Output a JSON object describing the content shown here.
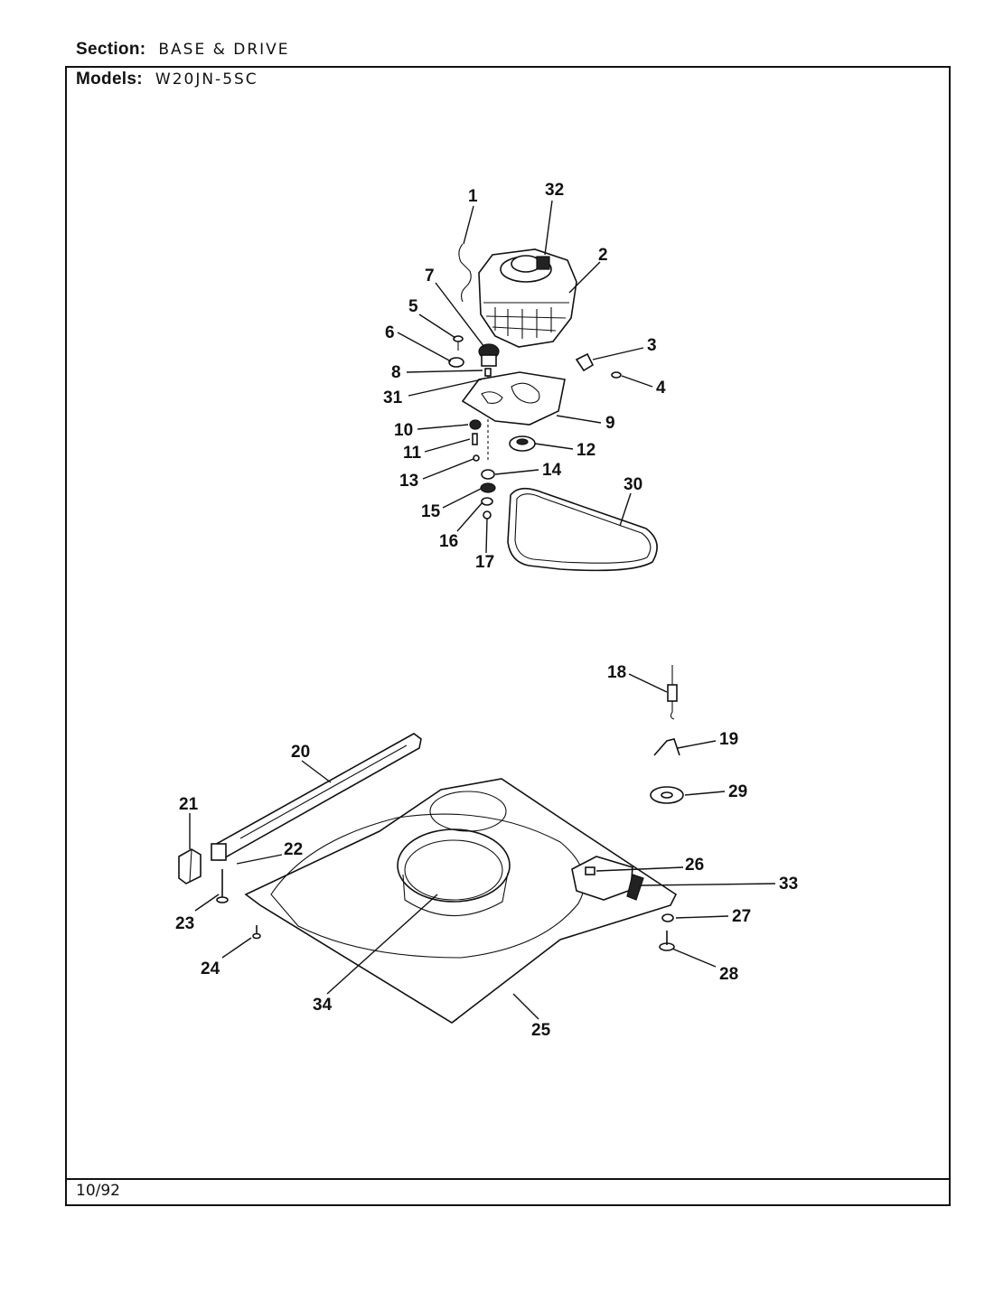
{
  "header": {
    "section_label": "Section:",
    "section_value": "BASE & DRIVE",
    "models_label": "Models:",
    "models_value": "W20JN-5SC"
  },
  "footer": {
    "date": "10/92"
  },
  "callouts": {
    "c1": "1",
    "c2": "2",
    "c3": "3",
    "c4": "4",
    "c5": "5",
    "c6": "6",
    "c7": "7",
    "c8": "8",
    "c9": "9",
    "c10": "10",
    "c11": "11",
    "c12": "12",
    "c13": "13",
    "c14": "14",
    "c15": "15",
    "c16": "16",
    "c17": "17",
    "c18": "18",
    "c19": "19",
    "c20": "20",
    "c21": "21",
    "c22": "22",
    "c23": "23",
    "c24": "24",
    "c25": "25",
    "c26": "26",
    "c27": "27",
    "c28": "28",
    "c29": "29",
    "c30": "30",
    "c31": "31",
    "c32": "32",
    "c33": "33",
    "c34": "34"
  }
}
